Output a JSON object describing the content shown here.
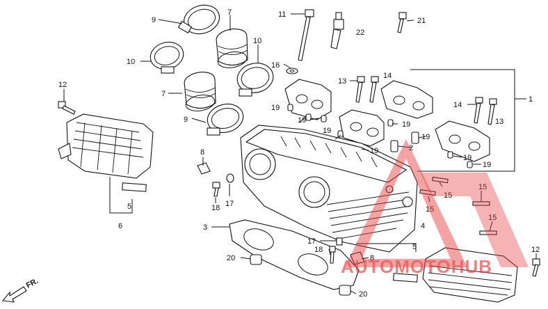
{
  "callouts": [
    {
      "id": "c9a",
      "text": "9"
    },
    {
      "id": "c7a",
      "text": "7"
    },
    {
      "id": "c10a",
      "text": "10"
    },
    {
      "id": "c10b",
      "text": "10"
    },
    {
      "id": "c7b",
      "text": "7"
    },
    {
      "id": "c9b",
      "text": "9"
    },
    {
      "id": "c11",
      "text": "11"
    },
    {
      "id": "c22",
      "text": "22"
    },
    {
      "id": "c21",
      "text": "21"
    },
    {
      "id": "c16",
      "text": "16"
    },
    {
      "id": "c13a",
      "text": "13"
    },
    {
      "id": "c14a",
      "text": "14"
    },
    {
      "id": "c1",
      "text": "1"
    },
    {
      "id": "c14b",
      "text": "14"
    },
    {
      "id": "c13b",
      "text": "13"
    },
    {
      "id": "c12a",
      "text": "12"
    },
    {
      "id": "c19a",
      "text": "19"
    },
    {
      "id": "c19b",
      "text": "19"
    },
    {
      "id": "c19c",
      "text": "19"
    },
    {
      "id": "c19d",
      "text": "19"
    },
    {
      "id": "c19e",
      "text": "19"
    },
    {
      "id": "c19f",
      "text": "19"
    },
    {
      "id": "c19g",
      "text": "19"
    },
    {
      "id": "c19h",
      "text": "19"
    },
    {
      "id": "c2",
      "text": "2"
    },
    {
      "id": "c8a",
      "text": "8"
    },
    {
      "id": "c18a",
      "text": "18"
    },
    {
      "id": "c17a",
      "text": "17"
    },
    {
      "id": "c5a",
      "text": "5"
    },
    {
      "id": "c6",
      "text": "6"
    },
    {
      "id": "c3",
      "text": "3"
    },
    {
      "id": "c15a",
      "text": "15"
    },
    {
      "id": "c15b",
      "text": "15"
    },
    {
      "id": "c15c",
      "text": "15"
    },
    {
      "id": "c15d",
      "text": "15"
    },
    {
      "id": "c4",
      "text": "4"
    },
    {
      "id": "c5b",
      "text": "5"
    },
    {
      "id": "c17b",
      "text": "17"
    },
    {
      "id": "c18b",
      "text": "18"
    },
    {
      "id": "c8b",
      "text": "8"
    },
    {
      "id": "c20a",
      "text": "20"
    },
    {
      "id": "c20b",
      "text": "20"
    },
    {
      "id": "c12b",
      "text": "12"
    }
  ],
  "direction_label": "FR.",
  "watermark": {
    "text": "AUTOMOTOHUB",
    "accent_color": "#e83a3a",
    "dark_color": "#333333"
  },
  "colors": {
    "line": "#111111",
    "background": "#ffffff"
  }
}
